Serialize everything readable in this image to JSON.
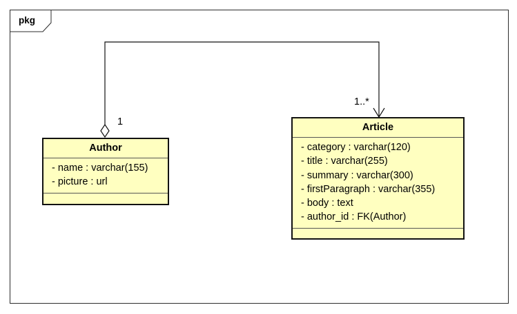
{
  "package": {
    "label": "pkg"
  },
  "classes": {
    "author": {
      "name": "Author",
      "attributes": [
        "- name : varchar(155)",
        "- picture : url"
      ]
    },
    "article": {
      "name": "Article",
      "attributes": [
        "- category : varchar(120)",
        "- title : varchar(255)",
        "- summary : varchar(300)",
        "- firstParagraph : varchar(355)",
        "- body : text",
        "- author_id : FK(Author)"
      ]
    }
  },
  "association": {
    "author_multiplicity": "1",
    "article_multiplicity": "1..*"
  },
  "colors": {
    "class_fill": "#ffffc0",
    "border": "#111111"
  }
}
